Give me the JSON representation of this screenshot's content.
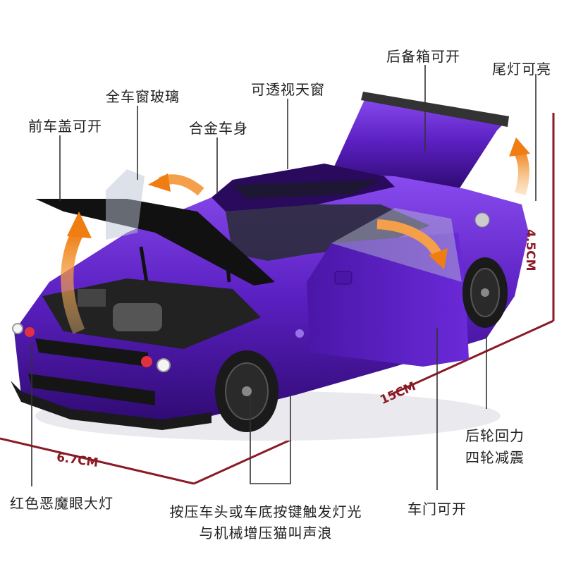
{
  "colors": {
    "car_body": "#5a1fc0",
    "car_body_light": "#7b3be0",
    "car_body_dark": "#3a0f86",
    "dimension_line": "#8a1a24",
    "arrow_orange": "#f08a1c",
    "leader_line": "#333333"
  },
  "labels": {
    "hood": "前车盖可开",
    "windows": "全车窗玻璃",
    "alloy_body": "合金车身",
    "sunroof": "可透视天窗",
    "trunk": "后备箱可开",
    "taillight": "尾灯可亮",
    "rear_wheel": "后轮回力",
    "suspension": "四轮减震",
    "door": "车门可开",
    "headlight": "红色恶魔眼大灯",
    "button_line1": "按压车头或车底按键触发灯光",
    "button_line2": "与机械增压猫叫声浪"
  },
  "dimensions": {
    "width": "6.7CM",
    "length": "15CM",
    "height": "4.5CM"
  },
  "icons": {
    "hood_arrow": "orange-curved-arrow",
    "window_arrow": "orange-curved-arrow",
    "door_arrow": "orange-curved-arrow",
    "trunk_arrow": "orange-curved-arrow"
  }
}
